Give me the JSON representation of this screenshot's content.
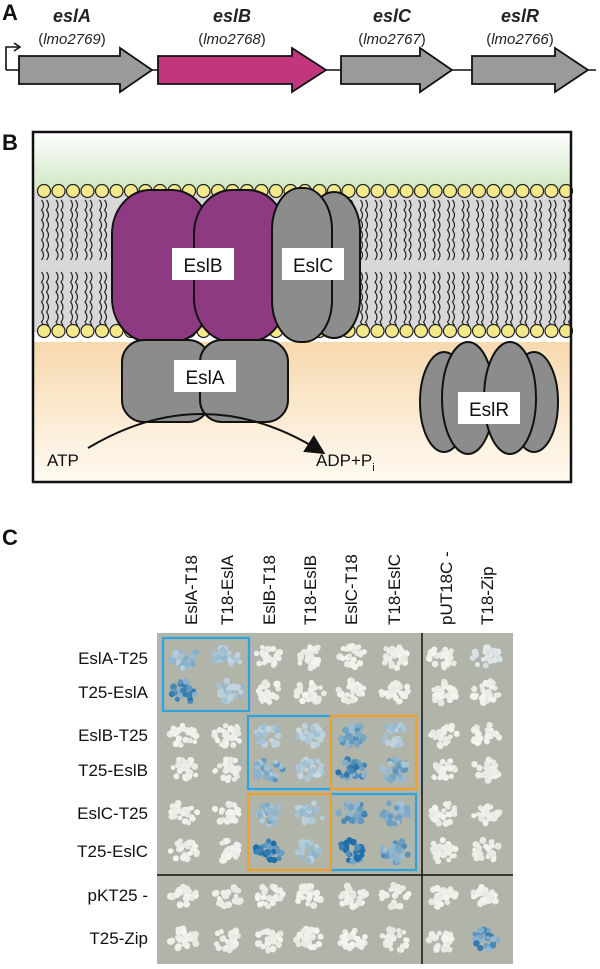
{
  "panels": {
    "a": {
      "label": "A",
      "genes": [
        {
          "name": "eslA",
          "locus": "lmo2769",
          "color": "#9a9a9a"
        },
        {
          "name": "eslB",
          "locus": "lmo2768",
          "color": "#c2367e"
        },
        {
          "name": "eslC",
          "locus": "lmo2767",
          "color": "#9a9a9a"
        },
        {
          "name": "eslR",
          "locus": "lmo2766",
          "color": "#9a9a9a"
        }
      ]
    },
    "b": {
      "label": "B",
      "proteins": {
        "eslA": "EslA",
        "eslB": "EslB",
        "eslC": "EslC",
        "eslR": "EslR"
      },
      "atp": "ATP",
      "adp": "ADP+P",
      "adp_sub": "i",
      "colors": {
        "eslB": "#8d3a83",
        "grey": "#8c8c8c",
        "headgroup": "#f3e98a",
        "periplasm": "#cfe8c4",
        "cytoplasm": "#f7d9ae"
      }
    },
    "c": {
      "label": "C",
      "columns": [
        "EslA-T18",
        "T18-EslA",
        "EslB-T18",
        "T18-EslB",
        "EslC-T18",
        "T18-EslC",
        "pUT18C -",
        "T18-Zip"
      ],
      "rows": [
        "EslA-T25",
        "T25-EslA",
        "EslB-T25",
        "T25-EslB",
        "EslC-T25",
        "T25-EslC",
        "pKT25 -",
        "T25-Zip"
      ],
      "blue_level": [
        [
          0.45,
          0.35,
          0,
          0,
          0,
          0,
          0,
          0.1
        ],
        [
          0.75,
          0.35,
          0,
          0,
          0,
          0,
          0,
          0
        ],
        [
          0,
          0,
          0.35,
          0.3,
          0.6,
          0.35,
          0,
          0
        ],
        [
          0,
          0,
          0.55,
          0.3,
          0.75,
          0.55,
          0,
          0
        ],
        [
          0,
          0,
          0.45,
          0.35,
          0.7,
          0.55,
          0,
          0
        ],
        [
          0,
          0,
          0.95,
          0.4,
          0.95,
          0.6,
          0,
          0
        ],
        [
          0,
          0,
          0,
          0,
          0,
          0,
          0,
          0
        ],
        [
          0,
          0,
          0,
          0,
          0,
          0,
          0,
          0.7
        ]
      ],
      "highlights": [
        {
          "rows": [
            0,
            1
          ],
          "cols": [
            0,
            1
          ],
          "color": "#2ea3dc"
        },
        {
          "rows": [
            2,
            3
          ],
          "cols": [
            2,
            3
          ],
          "color": "#2ea3dc"
        },
        {
          "rows": [
            4,
            5
          ],
          "cols": [
            4,
            5
          ],
          "color": "#2ea3dc"
        },
        {
          "rows": [
            2,
            3
          ],
          "cols": [
            4,
            5
          ],
          "color": "#f0a12c"
        },
        {
          "rows": [
            4,
            5
          ],
          "cols": [
            2,
            3
          ],
          "color": "#f0a12c"
        }
      ]
    }
  }
}
